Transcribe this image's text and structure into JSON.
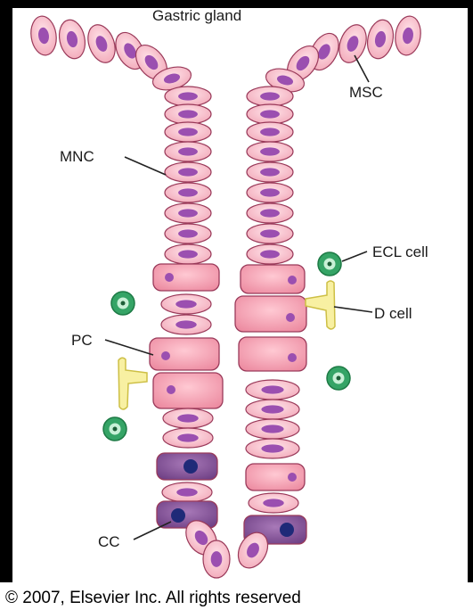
{
  "title": "Gastric gland",
  "labels": {
    "msc": "MSC",
    "mnc": "MNC",
    "ecl": "ECL cell",
    "dcell": "D cell",
    "pc": "PC",
    "cc": "CC"
  },
  "copyright": "© 2007, Elsevier Inc. All rights reserved",
  "colors": {
    "frame": "#000000",
    "cell_fill": "#f4b8c4",
    "cell_outline": "#9a3a5a",
    "nucleus": "#9b4fb0",
    "parietal_fill": "#f19aae",
    "chief_fill": "#8b5a9e",
    "chief_nucleus": "#1f2a78",
    "d_cell": "#f6eea0",
    "ecl_fill": "#3ca66b",
    "ecl_ring": "#b5e6c8"
  }
}
